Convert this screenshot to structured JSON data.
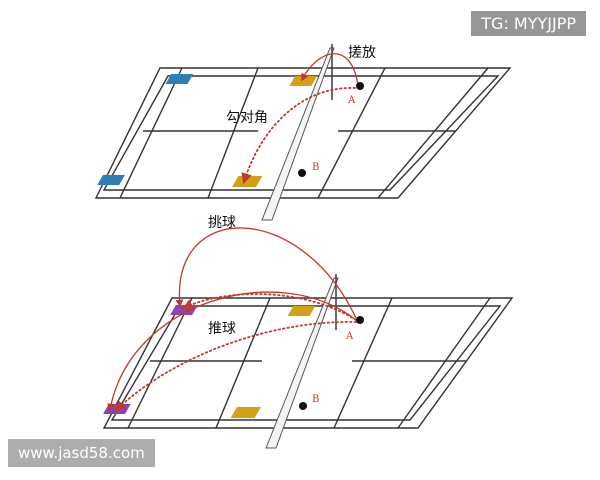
{
  "watermarks": {
    "top_right": "TG: MYYJJPP",
    "bottom_left": "www.jasd58.com"
  },
  "top_court": {
    "labels": {
      "drop": "搓放",
      "cross": "勾对角",
      "point_a": "A",
      "point_b": "B"
    }
  },
  "bottom_court": {
    "labels": {
      "lift": "挑球",
      "push": "推球",
      "point_a": "A",
      "point_b": "B"
    }
  },
  "colors": {
    "court_line": "#333333",
    "trajectory": "#c0392b",
    "zone_gold": "#d4a017",
    "zone_blue": "#2e7fb8",
    "zone_purple": "#8e44ad",
    "player_dot": "#111111"
  }
}
